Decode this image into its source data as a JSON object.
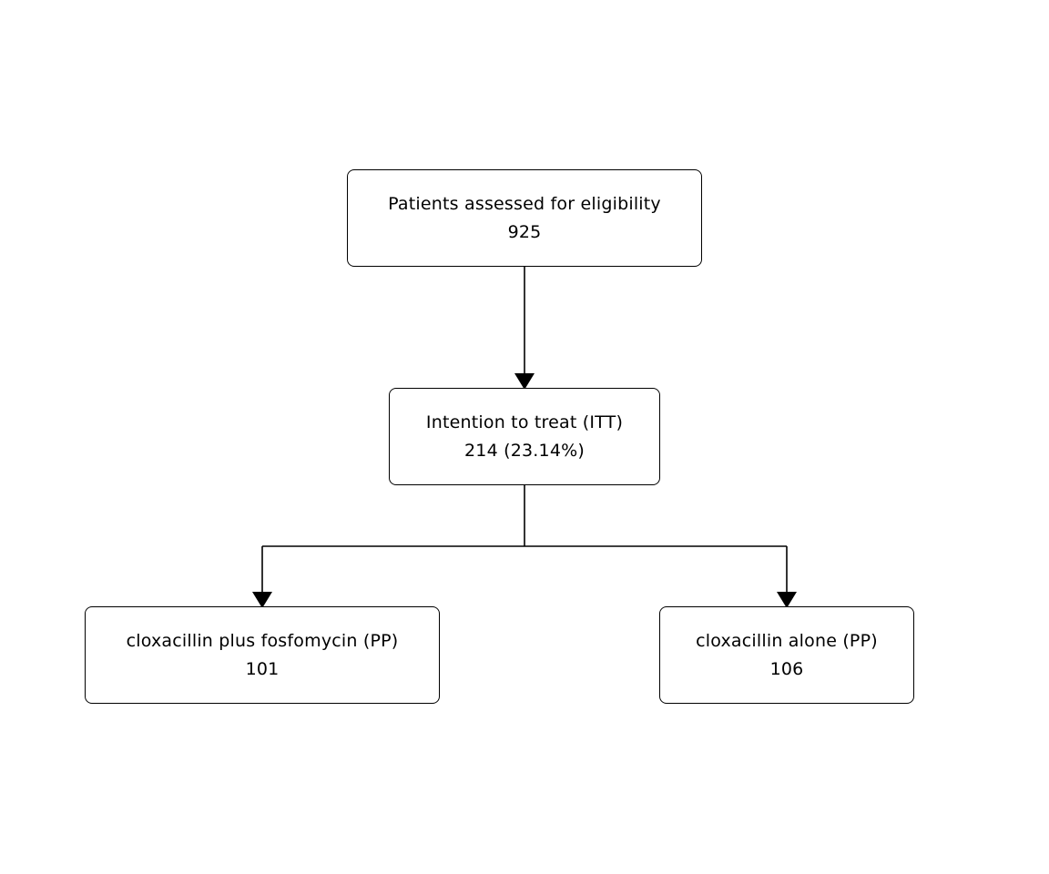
{
  "nodes": {
    "eligibility": {
      "label": "Patients assessed for eligibility",
      "value": "925"
    },
    "itt": {
      "label": "Intention to treat (ITT)",
      "value": "214 (23.14%)"
    },
    "combo": {
      "label": "cloxacillin plus fosfomycin (PP)",
      "value": "101"
    },
    "alone": {
      "label": "cloxacillin alone (PP)",
      "value": "106"
    }
  },
  "colors": {
    "stroke": "#000000",
    "background": "#ffffff"
  }
}
